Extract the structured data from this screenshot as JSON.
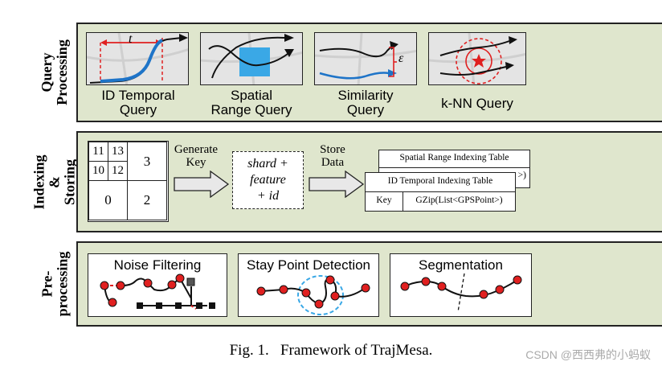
{
  "rows": {
    "query": "Query\nProcessing",
    "indexing": "Indexing\n& Storing",
    "pre": "Pre-\nprocessing"
  },
  "queries": [
    {
      "label": "ID Temporal\nQuery",
      "symbol": "t"
    },
    {
      "label": "Spatial\nRange Query"
    },
    {
      "label": "Similarity\nQuery",
      "symbol": "ε"
    },
    {
      "label": "k-NN Query"
    }
  ],
  "indexing": {
    "grid_cells": [
      "11",
      "13",
      "10",
      "12",
      "3",
      "0",
      "2"
    ],
    "generate_key": "Generate\nKey",
    "key_box": "shard +\nfeature\n+ id",
    "store_data": "Store\nData",
    "tables": {
      "spatial": "Spatial Range Indexing Table",
      "spatial_fragment": ">)",
      "temporal": "ID Temporal Indexing Table",
      "key": "Key",
      "value": "GZip(List<GPSPoint>)"
    }
  },
  "preprocessing": [
    "Noise Filtering",
    "Stay Point Detection",
    "Segmentation"
  ],
  "caption": "Fig. 1.   Framework of TrajMesa.",
  "watermark": "CSDN @西西弗的小蚂蚁",
  "colors": {
    "panel": "#dfe6cd",
    "red": "#e02020",
    "blue": "#1e74c8",
    "cyan_box": "#3aa8e6"
  }
}
